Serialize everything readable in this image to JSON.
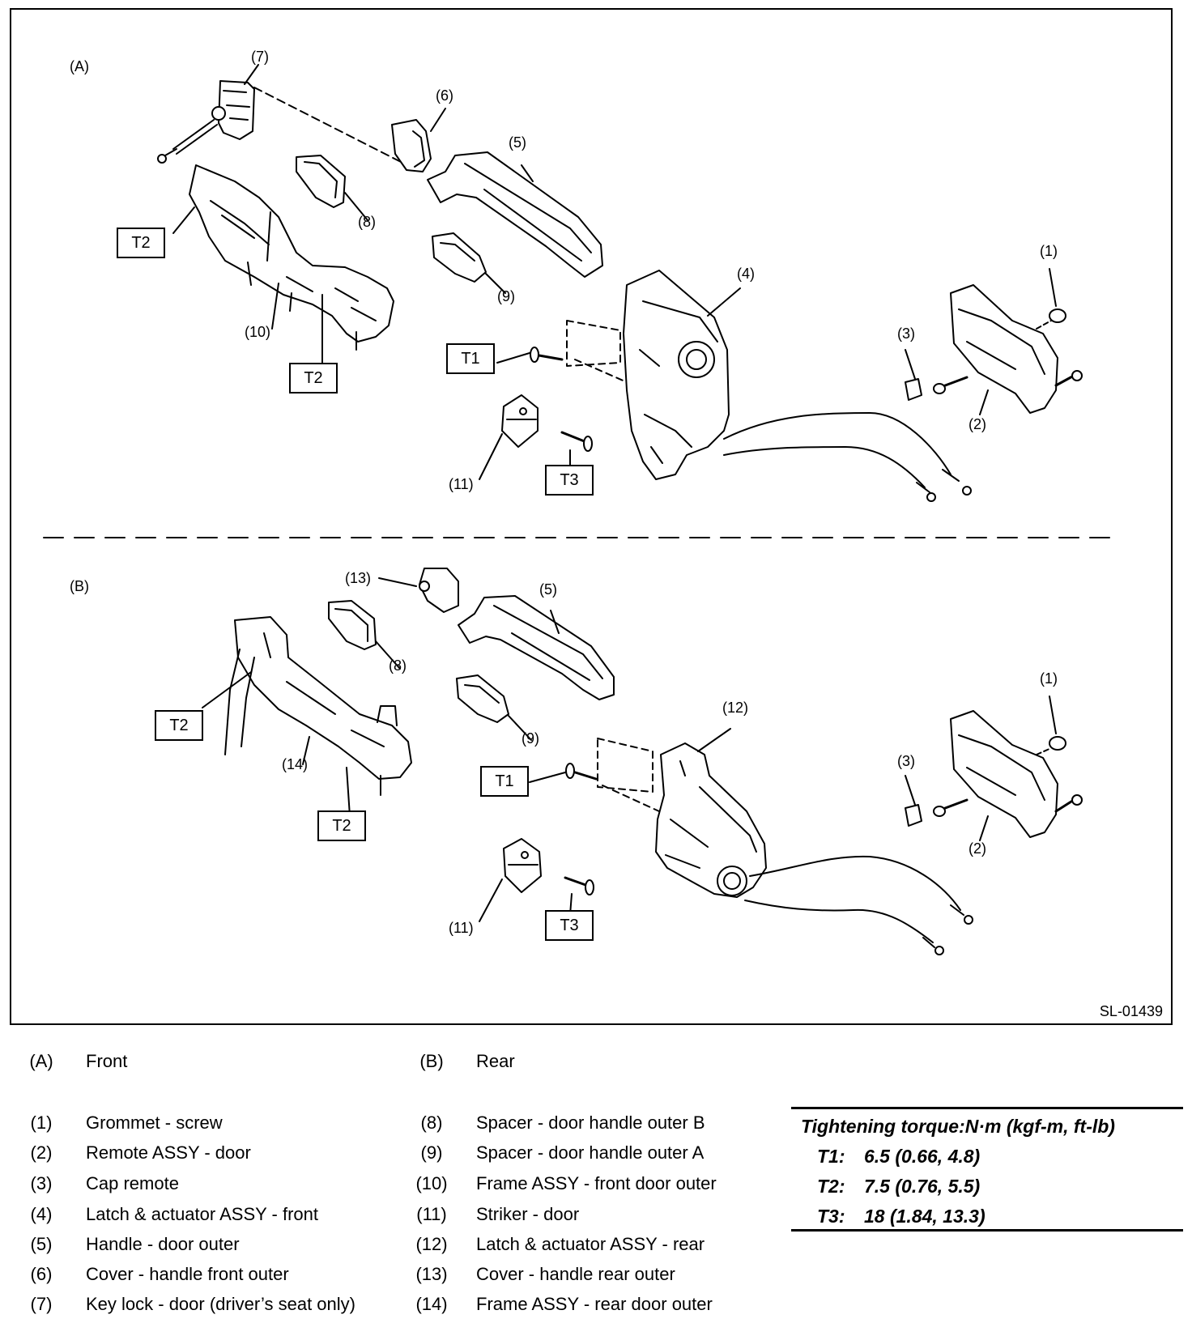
{
  "diagram": {
    "sections": {
      "a": "(A)",
      "b": "(B)"
    },
    "figure_code": "SL-01439",
    "callouts": {
      "a7": "(7)",
      "a6": "(6)",
      "a5": "(5)",
      "a8": "(8)",
      "a9": "(9)",
      "a10": "(10)",
      "a4": "(4)",
      "a1": "(1)",
      "a3": "(3)",
      "a2": "(2)",
      "a11": "(11)",
      "b13": "(13)",
      "b5": "(5)",
      "b8": "(8)",
      "b9": "(9)",
      "b14": "(14)",
      "b12": "(12)",
      "b1": "(1)",
      "b3": "(3)",
      "b2": "(2)",
      "b11": "(11)"
    },
    "torque_boxes": {
      "a_t2_left": "T2",
      "a_t2_bottom": "T2",
      "a_t1": "T1",
      "a_t3": "T3",
      "b_t2_left": "T2",
      "b_t2_bottom": "T2",
      "b_t1": "T1",
      "b_t3": "T3"
    }
  },
  "legend": {
    "sections": [
      {
        "num": "(A)",
        "label": "Front"
      },
      {
        "num": "(B)",
        "label": "Rear"
      }
    ],
    "left": [
      {
        "num": "(1)",
        "label": "Grommet - screw"
      },
      {
        "num": "(2)",
        "label": "Remote ASSY - door"
      },
      {
        "num": "(3)",
        "label": "Cap remote"
      },
      {
        "num": "(4)",
        "label": "Latch & actuator ASSY - front"
      },
      {
        "num": "(5)",
        "label": "Handle - door outer"
      },
      {
        "num": "(6)",
        "label": "Cover - handle front outer"
      },
      {
        "num": "(7)",
        "label": "Key lock - door (driver’s seat only)"
      }
    ],
    "right": [
      {
        "num": "(8)",
        "label": "Spacer - door handle outer B"
      },
      {
        "num": "(9)",
        "label": "Spacer - door handle outer A"
      },
      {
        "num": "(10)",
        "label": "Frame ASSY - front door outer"
      },
      {
        "num": "(11)",
        "label": "Striker - door"
      },
      {
        "num": "(12)",
        "label": "Latch & actuator ASSY - rear"
      },
      {
        "num": "(13)",
        "label": "Cover - handle rear outer"
      },
      {
        "num": "(14)",
        "label": "Frame ASSY - rear door outer"
      }
    ]
  },
  "torque": {
    "title": "Tightening torque:N·m (kgf-m, ft-lb)",
    "rows": [
      {
        "key": "T1:",
        "value": "6.5 (0.66, 4.8)"
      },
      {
        "key": "T2:",
        "value": "7.5 (0.76, 5.5)"
      },
      {
        "key": "T3:",
        "value": "18 (1.84, 13.3)"
      }
    ]
  }
}
